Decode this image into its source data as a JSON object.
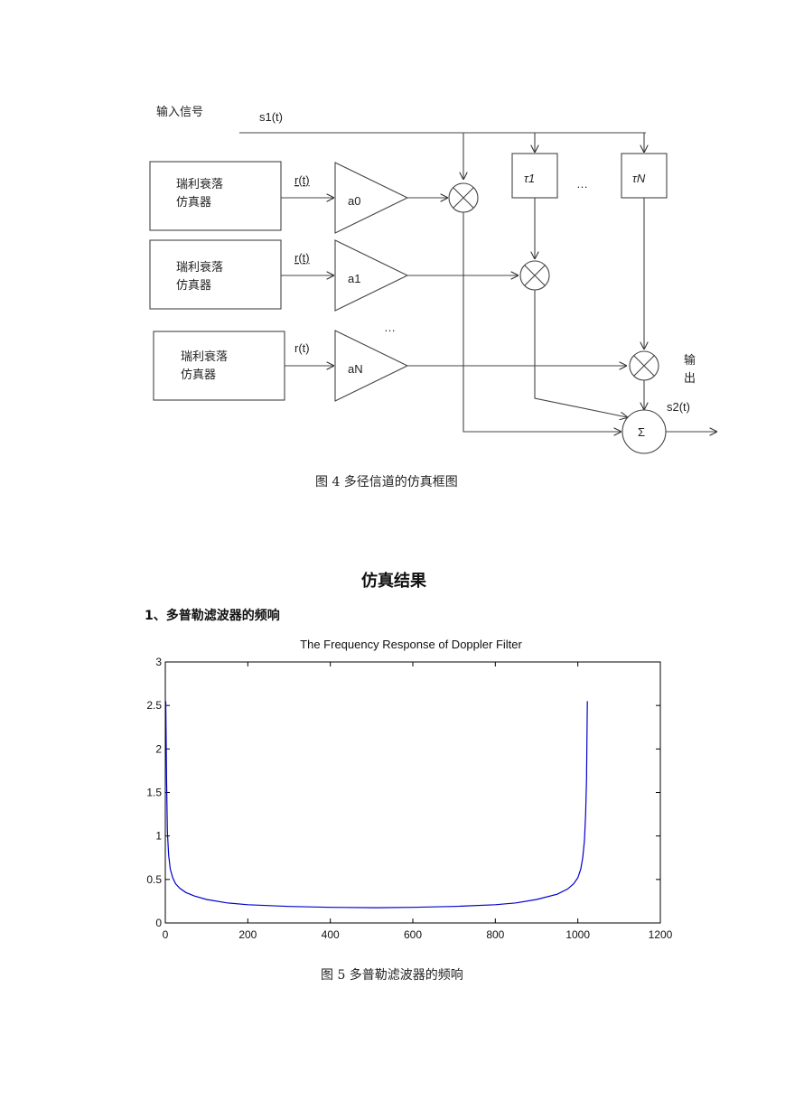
{
  "diagram": {
    "input_label": "输入信号",
    "signal_label": "s1(t)",
    "rayleigh_label_line1": "瑞利衰落",
    "rayleigh_label_line2": "仿真器",
    "r_label": "r(t)",
    "amp_labels": [
      "a0",
      "a1",
      "aN"
    ],
    "delay_labels": [
      "τ1",
      "τN"
    ],
    "ellipsis": "…",
    "output_label_line1": "输",
    "output_label_line2": "出",
    "output_signal": "s2(t)",
    "sum_symbol": "Σ"
  },
  "fig4_caption": "图 4  多径信道的仿真框图",
  "section_title": "仿真结果",
  "subsection_1": "1、多普勒滤波器的频响",
  "fig5_caption": "图 5 多普勒滤波器的频响",
  "chart_data": {
    "type": "line",
    "title": "The Frequency Response of Doppler Filter",
    "xlabel": "",
    "ylabel": "",
    "xlim": [
      0,
      1200
    ],
    "ylim": [
      0,
      3
    ],
    "xticks": [
      0,
      200,
      400,
      600,
      800,
      1000,
      1200
    ],
    "yticks": [
      0,
      0.5,
      1,
      1.5,
      2,
      2.5,
      3
    ],
    "ytick_labels": [
      "0",
      "0.5",
      "1",
      "1.5",
      "2",
      "2.5",
      "3"
    ],
    "grid": false,
    "series": [
      {
        "color": "#0000cc",
        "x": [
          1,
          3,
          5,
          8,
          12,
          18,
          25,
          35,
          50,
          70,
          100,
          150,
          200,
          300,
          400,
          512,
          600,
          700,
          800,
          850,
          900,
          950,
          975,
          990,
          1000,
          1007,
          1012,
          1016,
          1019,
          1021,
          1023
        ],
        "y": [
          2.55,
          1.65,
          1.05,
          0.78,
          0.62,
          0.52,
          0.45,
          0.4,
          0.35,
          0.31,
          0.27,
          0.23,
          0.21,
          0.19,
          0.18,
          0.175,
          0.18,
          0.19,
          0.21,
          0.23,
          0.27,
          0.33,
          0.39,
          0.45,
          0.52,
          0.62,
          0.75,
          0.95,
          1.25,
          1.65,
          2.55
        ]
      }
    ]
  }
}
